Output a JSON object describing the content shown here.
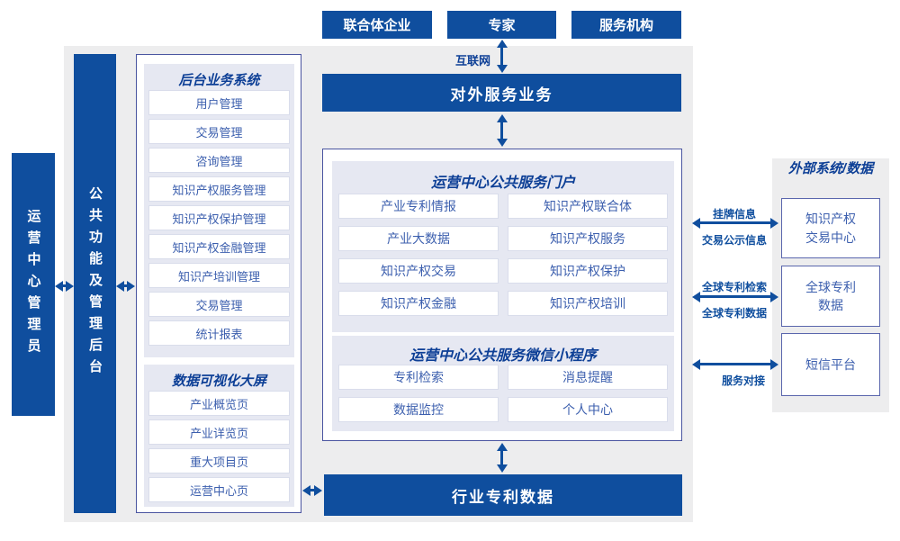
{
  "top_entities": [
    "联合体企业",
    "专家",
    "服务机构"
  ],
  "internet_label": "互联网",
  "external_service_bar": "对外服务业务",
  "admin_sidebar": "运营中心管理员",
  "backend_sidebar": "公共功能及管理后台",
  "backend_system": {
    "title": "后台业务系统",
    "items": [
      "用户管理",
      "交易管理",
      "咨询管理",
      "知识产权服务管理",
      "知识产权保护管理",
      "知识产权金融管理",
      "知识产培训管理",
      "交易管理",
      "统计报表"
    ]
  },
  "data_screen": {
    "title": "数据可视化大屏",
    "items": [
      "产业概览页",
      "产业详览页",
      "重大项目页",
      "运营中心页"
    ]
  },
  "portal": {
    "title": "运营中心公共服务门户",
    "items": [
      "产业专利情报",
      "知识产权联合体",
      "产业大数据",
      "知识产权服务",
      "知识产权交易",
      "知识产权保护",
      "知识产权金融",
      "知识产权培训"
    ]
  },
  "miniprogram": {
    "title": "运营中心公共服务微信小程序",
    "items": [
      "专利检索",
      "消息提醒",
      "数据监控",
      "个人中心"
    ]
  },
  "industry_data_bar": "行业专利数据",
  "external_systems": {
    "title": "外部系统/数据",
    "boxes": [
      {
        "lines": [
          "知识产权",
          "交易中心"
        ]
      },
      {
        "lines": [
          "全球专利",
          "数据"
        ]
      },
      {
        "lines": [
          "短信平台",
          ""
        ]
      }
    ]
  },
  "links": {
    "listing_info": "挂牌信息",
    "transaction_info": "交易公示信息",
    "global_search": "全球专利检索",
    "global_data": "全球专利数据",
    "service_link": "服务对接"
  },
  "colors": {
    "primary_blue": "#0f4e9e",
    "panel_lavender": "#e6e8f2",
    "background_gray": "#ededee",
    "item_text_blue": "#3c5fae"
  }
}
